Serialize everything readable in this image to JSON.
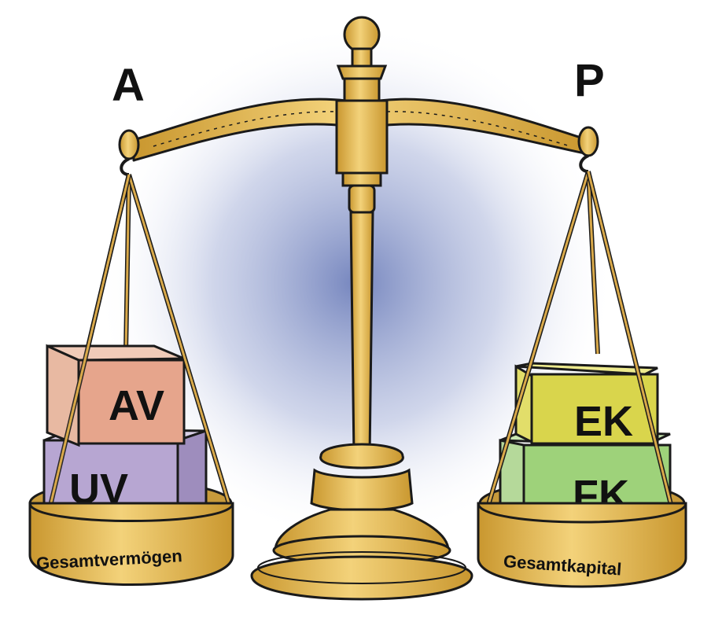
{
  "labels": {
    "left_side": "A",
    "right_side": "P",
    "left_pan": "Gesamtvermögen",
    "right_pan": "Gesamtkapital"
  },
  "blocks": {
    "av": "AV",
    "uv": "UV",
    "ek": "EK",
    "fk": "FK"
  },
  "colors": {
    "brass": "#E9C25A",
    "brass_dark": "#B8862A",
    "av": "#E6A58C",
    "uv": "#B7A6D2",
    "ek": "#D9D54C",
    "fk": "#9ED27A",
    "backdrop": "#8E9CC8"
  }
}
